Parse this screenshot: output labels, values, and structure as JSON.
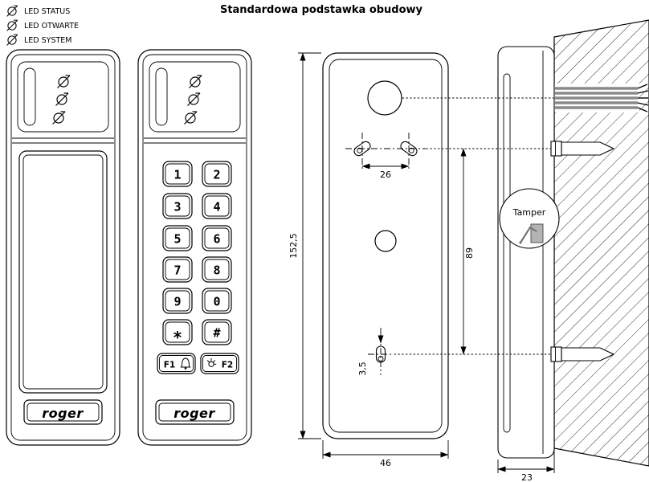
{
  "title": "Standardowa podstawka obudowy",
  "legend": {
    "items": [
      {
        "icon": "led-status-icon",
        "label": "LED STATUS"
      },
      {
        "icon": "led-otwarte-icon",
        "label": "LED OTWARTE"
      },
      {
        "icon": "led-system-icon",
        "label": "LED SYSTEM"
      }
    ]
  },
  "brand": "roger",
  "keypad": {
    "keys": [
      "1",
      "2",
      "3",
      "4",
      "5",
      "6",
      "7",
      "8",
      "9",
      "0",
      "*",
      "#"
    ],
    "f1": "F1",
    "f2": "F2"
  },
  "dimensions": {
    "height": "152,5",
    "hole_spacing": "26",
    "hole_vertical_spacing": "89",
    "slot_width": "3,5",
    "width": "46",
    "depth": "23"
  },
  "annotations": {
    "tamper": "Tamper"
  },
  "colors": {
    "line": "#000000",
    "wire_gray": "#8a8a8a"
  }
}
